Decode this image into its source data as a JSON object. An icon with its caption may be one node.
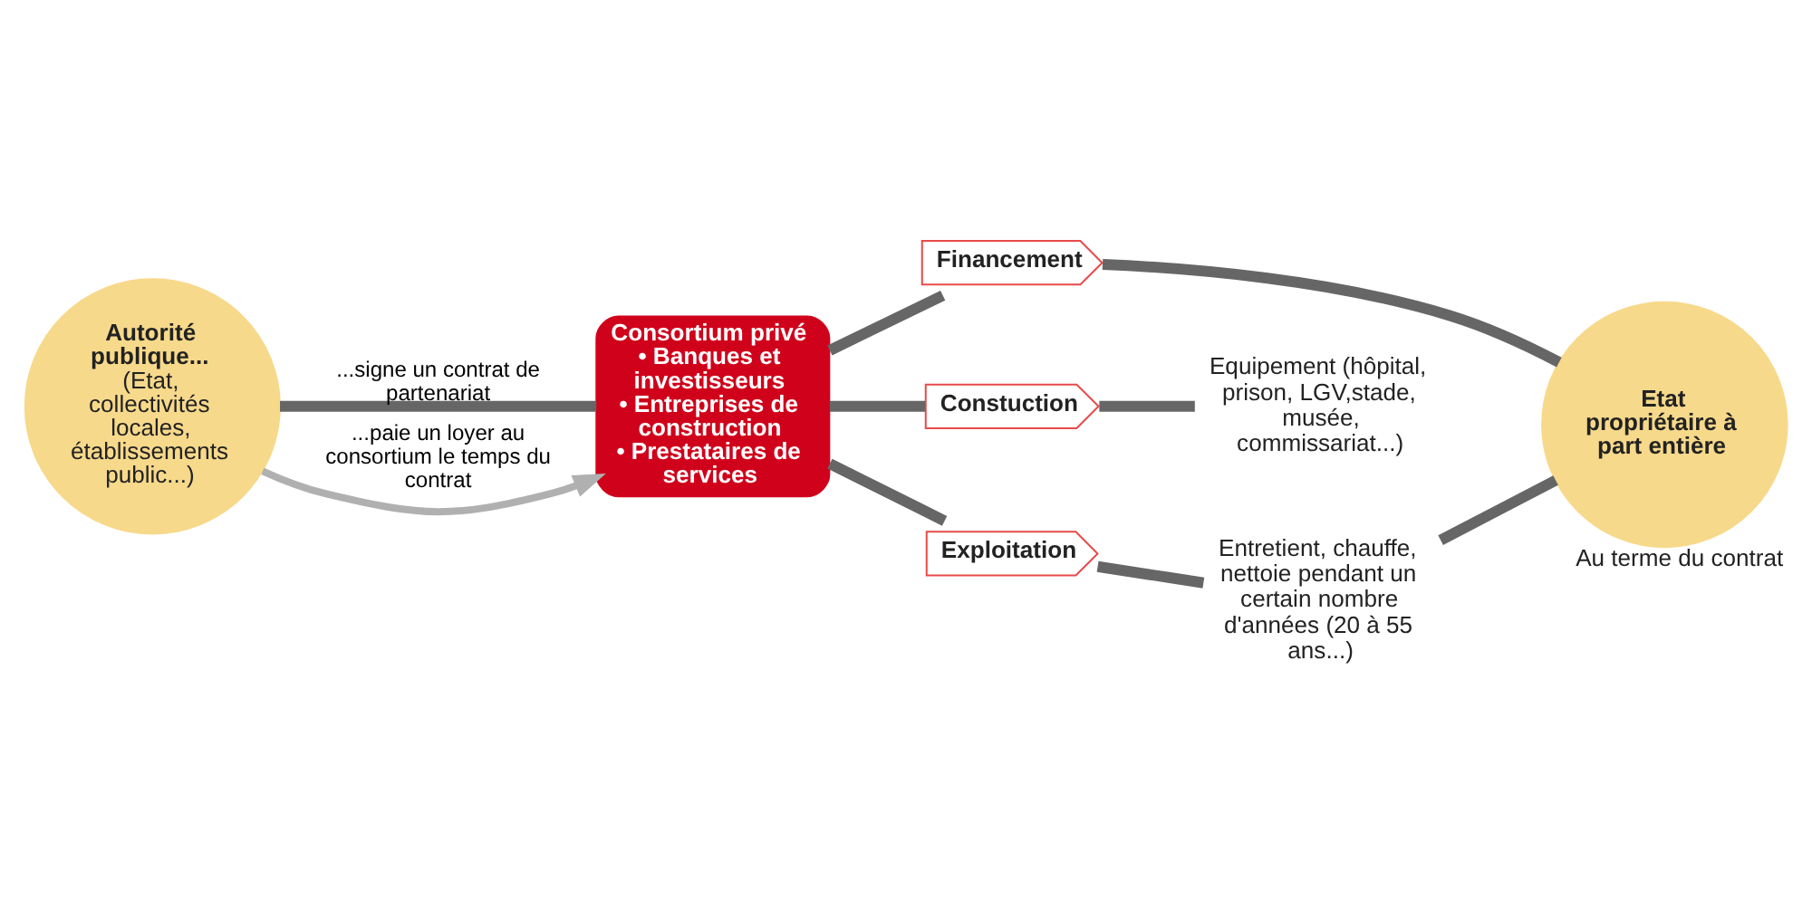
{
  "diagram": {
    "nodes": [
      {
        "text": [
          "Autorité publique...",
          "(Etat, collectivités locales, établissements public...)"
        ]
      },
      {
        "text": [
          "Consortium privé",
          "• Banques et investisseurs",
          "• Entreprises de construction",
          "• Prestataires de services"
        ]
      },
      {
        "text": [
          "Financement"
        ]
      },
      {
        "text": [
          "Constuction"
        ]
      },
      {
        "text": [
          "Exploitation"
        ]
      },
      {
        "text": [
          "Equipement (hôpital, prison, LGV,stade, musée, commissariat...)"
        ]
      },
      {
        "text": [
          "Entretient, chauffe, nettoie pendant un certain nombre d'années (20 à 55 ans...)"
        ]
      },
      {
        "text": [
          "Etat propriétaire à part entière"
        ],
        "beside": [
          "Au terme du contrat"
        ]
      }
    ],
    "edges": [
      {
        "from": 0,
        "to": 1,
        "arrow": "none",
        "label": "...signe un contrat de partenariat"
      },
      {
        "from": 0,
        "to": 1,
        "arrow": "to",
        "label": "...paie un loyer au consortium le temps du contrat",
        "color": "#b0b0b0"
      },
      {
        "from": 1,
        "to": 2,
        "arrow": "none"
      },
      {
        "from": 1,
        "to": 3,
        "arrow": "none"
      },
      {
        "from": 1,
        "to": 4,
        "arrow": "none"
      },
      {
        "from": 2,
        "to": 7,
        "arrow": "none"
      },
      {
        "from": 3,
        "to": 5,
        "arrow": "none"
      },
      {
        "from": 4,
        "to": 6,
        "arrow": "none"
      },
      {
        "from": 6,
        "to": 7,
        "arrow": "none"
      }
    ]
  }
}
